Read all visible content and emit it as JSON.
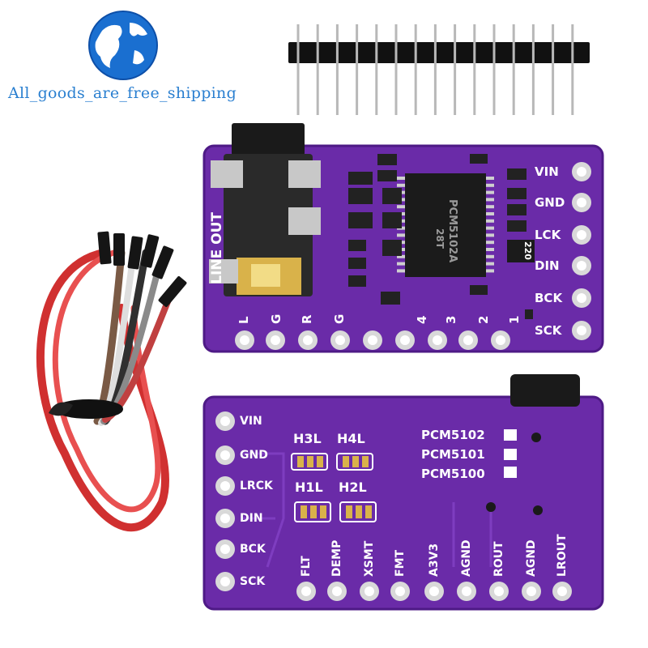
{
  "brand": {
    "text": "All_goods_are_free_shipping",
    "color": "#2a7fd0"
  },
  "colors": {
    "pcb": "#6a2ba8",
    "pcb_dark": "#4e1a86",
    "silk": "#ffffff",
    "gold": "#d9b24a"
  },
  "board_top": {
    "chip_marking": [
      "PCM5102A",
      "28T"
    ],
    "resistor_marking": "220",
    "right_pins": [
      "VIN",
      "GND",
      "LCK",
      "DIN",
      "BCK",
      "SCK"
    ],
    "bottom_pins": [
      "L",
      "G",
      "R",
      "G",
      "4",
      "3",
      "2",
      "1"
    ],
    "side_label": "LINE  OUT"
  },
  "board_bottom": {
    "left_pins": [
      "VIN",
      "GND",
      "LRCK",
      "DIN",
      "BCK",
      "SCK"
    ],
    "bottom_pins": [
      "FLT",
      "DEMP",
      "XSMT",
      "FMT",
      "A3V3",
      "AGND",
      "ROUT",
      "AGND",
      "LROUT"
    ],
    "jumpers_top": [
      "H4L",
      "H3L"
    ],
    "jumpers_bottom": [
      "H2L",
      "H1L"
    ],
    "variants": [
      "PCM5102",
      "PCM5101",
      "PCM5100"
    ]
  }
}
